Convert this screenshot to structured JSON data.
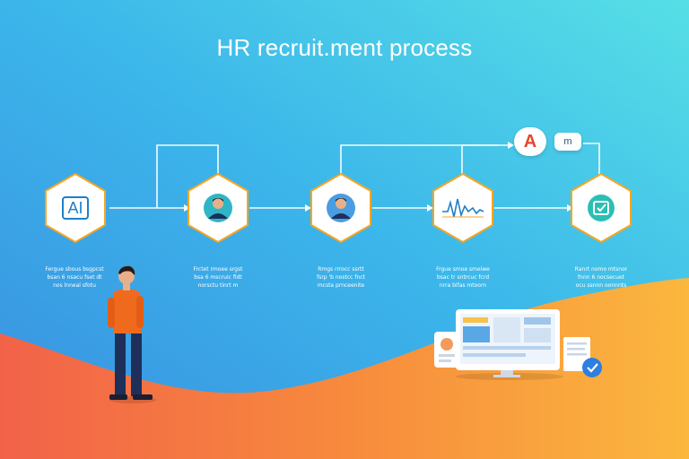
{
  "title": "HR recruit.ment process",
  "colors": {
    "sky_top": "#3aa7e8",
    "sky_bottom": "#53d6e6",
    "wave_orange": "#f79a3a",
    "wave_red": "#f06a4a",
    "accent_blue": "#1f7fc8"
  },
  "steps": [
    {
      "icon": "ai-icon",
      "label": "AI",
      "caption": [
        "Fergue sbous bsgpcst",
        "bsan 6 nsacu fset dt",
        "nos lnneal sfotu"
      ]
    },
    {
      "icon": "candidate-avatar-icon",
      "label": "",
      "caption": [
        "Frctet rmoee srgst",
        "bsa 6 mscruic fidt",
        "norsctu tinrt m"
      ]
    },
    {
      "icon": "interviewer-avatar-icon",
      "label": "",
      "caption": [
        "Rmgs rrrocc ssrtt",
        "fsrp 'b nostcc fnct",
        "mcsta prnceenite"
      ]
    },
    {
      "icon": "waveform-chart-icon",
      "label": "",
      "caption": [
        "Frgue smoe smeiwe",
        "bsac tr sntrcuc fcrd",
        "nrra bifas mtoorn"
      ]
    },
    {
      "icon": "offer-box-icon",
      "label": "",
      "caption": [
        "Ranrt nomo mtsnor",
        "fnnn 6 nocsecuet",
        "ocu ssnnn oonnnts"
      ]
    }
  ],
  "badges": {
    "a": "A",
    "m": "m"
  }
}
